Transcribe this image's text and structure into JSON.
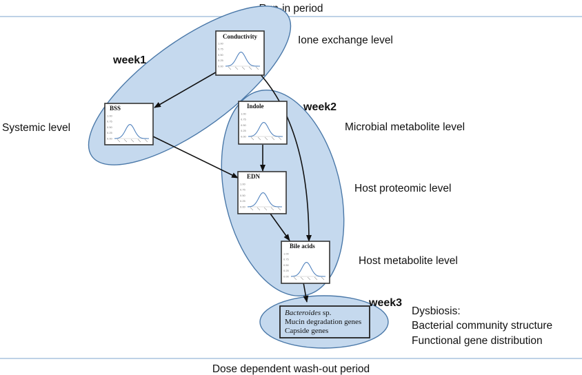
{
  "top_band": {
    "label": "Run-in period"
  },
  "bottom_band": {
    "label": "Dose dependent wash-out period"
  },
  "weeks": {
    "week1": "week1",
    "week2": "week2",
    "week3": "week3"
  },
  "levels": {
    "ion_exchange": "Ione exchange level",
    "systemic": "Systemic level",
    "microbial": "Microbial metabolite level",
    "host_proteomic": "Host proteomic level",
    "host_metabolite": "Host metabolite level"
  },
  "nodes": {
    "conductivity": {
      "title": "Conductivity",
      "yticks": [
        "1.00",
        "0.75",
        "0.50",
        "0.25",
        "0.00"
      ]
    },
    "bss": {
      "title": "BSS",
      "yticks": [
        "1.00",
        "0.75",
        "0.50",
        "0.25",
        "0.00"
      ]
    },
    "indole": {
      "title": "Indole",
      "yticks": [
        "1.00",
        "0.75",
        "0.50",
        "0.25",
        "0.00"
      ]
    },
    "edn": {
      "title": "EDN",
      "yticks": [
        "1.00",
        "0.75",
        "0.50",
        "0.25",
        "0.00"
      ]
    },
    "bile_acids": {
      "title": "Bile acids",
      "yticks": [
        "1.00",
        "0.75",
        "0.50",
        "0.25",
        "0.00"
      ]
    }
  },
  "week3_box": {
    "line1": "Bacteroides",
    "line1_suffix": " sp.",
    "line2": "Mucin degradation genes",
    "line3": "Capside genes"
  },
  "dysbiosis": {
    "title": "Dysbiosis:",
    "line1": "Bacterial community structure",
    "line2": "Functional gene distribution"
  },
  "colors": {
    "ellipse_fill": "#c5d9ee",
    "ellipse_stroke": "#4a78a8",
    "band_line": "#a9c4de",
    "arrow": "#111111",
    "curve": "#4f81bd"
  }
}
